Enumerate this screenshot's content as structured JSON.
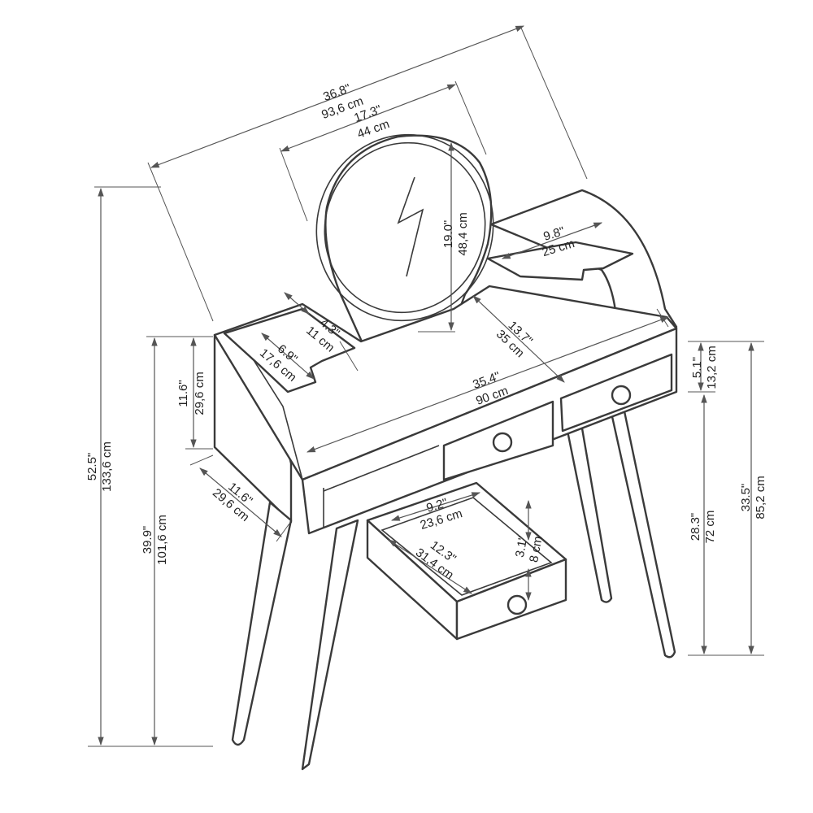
{
  "dimensions": {
    "overall_width": {
      "imperial": "36.8\"",
      "metric": "93,6 cm"
    },
    "mirror_width": {
      "imperial": "17.3\"",
      "metric": "44 cm"
    },
    "mirror_height": {
      "imperial": "19.0\"",
      "metric": "48,4 cm"
    },
    "right_shelf": {
      "imperial": "9.8\"",
      "metric": "25 cm"
    },
    "left_shelf_a": {
      "imperial": "4.3\"",
      "metric": "11 cm"
    },
    "left_shelf_b": {
      "imperial": "6.9\"",
      "metric": "17,6 cm"
    },
    "desk_depth": {
      "imperial": "13.7\"",
      "metric": "35 cm"
    },
    "desk_width": {
      "imperial": "35.4\"",
      "metric": "90 cm"
    },
    "side_height": {
      "imperial": "11.6\"",
      "metric": "29,6 cm"
    },
    "side_depth": {
      "imperial": "11.6\"",
      "metric": "29,6 cm"
    },
    "total_height": {
      "imperial": "52.5\"",
      "metric": "133,6 cm"
    },
    "top_height": {
      "imperial": "39.9\"",
      "metric": "101,6 cm"
    },
    "drawer_front_h": {
      "imperial": "5.1\"",
      "metric": "13,2 cm"
    },
    "leg_height": {
      "imperial": "28.3\"",
      "metric": "72 cm"
    },
    "desk_height": {
      "imperial": "33.5\"",
      "metric": "85,2 cm"
    },
    "drawer_width": {
      "imperial": "9.2\"",
      "metric": "23,6 cm"
    },
    "drawer_depth": {
      "imperial": "12.3\"",
      "metric": "31,4 cm"
    },
    "drawer_height": {
      "imperial": "3.1\"",
      "metric": "8 cm"
    }
  }
}
